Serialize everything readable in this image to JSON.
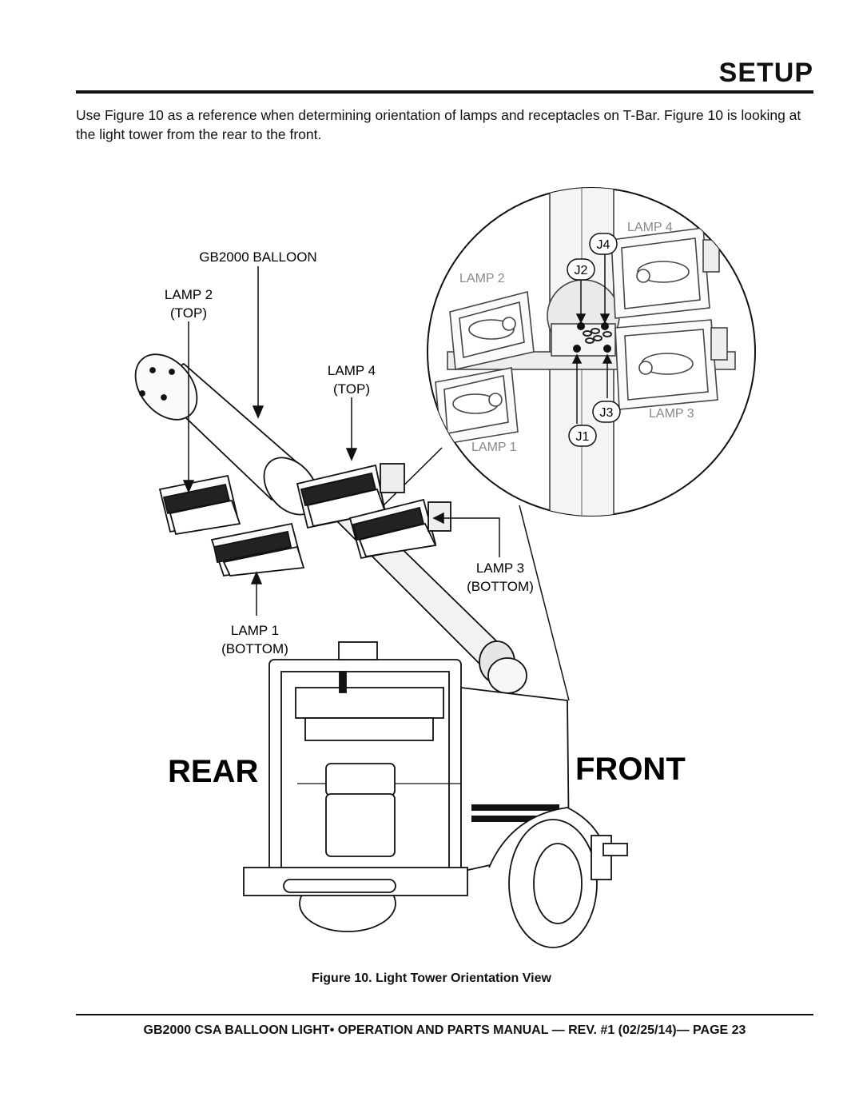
{
  "header": {
    "section": "SETUP"
  },
  "intro_text": "Use Figure 10 as a reference when determining orientation of lamps and receptacles on T-Bar. Figure 10 is looking at the light tower from the rear to the front.",
  "figure": {
    "labels": {
      "balloon": "GB2000 BALLOON",
      "lamp2_top_1": "LAMP 2",
      "lamp2_top_2": "(TOP)",
      "lamp4_top_1": "LAMP 4",
      "lamp4_top_2": "(TOP)",
      "lamp3_bottom_1": "LAMP 3",
      "lamp3_bottom_2": "(BOTTOM)",
      "lamp1_bottom_1": "LAMP 1",
      "lamp1_bottom_2": "(BOTTOM)",
      "rear": "REAR",
      "front": "FRONT"
    },
    "detail": {
      "lamp4": "LAMP 4",
      "lamp2": "LAMP 2",
      "lamp3": "LAMP 3",
      "lamp1": "LAMP 1",
      "j1": "J1",
      "j2": "J2",
      "j3": "J3",
      "j4": "J4"
    },
    "caption": "Figure 10. Light Tower Orientation View"
  },
  "footer": "GB2000 CSA BALLOON LIGHT• OPERATION AND PARTS MANUAL — REV. #1 (02/25/14)— PAGE 23"
}
